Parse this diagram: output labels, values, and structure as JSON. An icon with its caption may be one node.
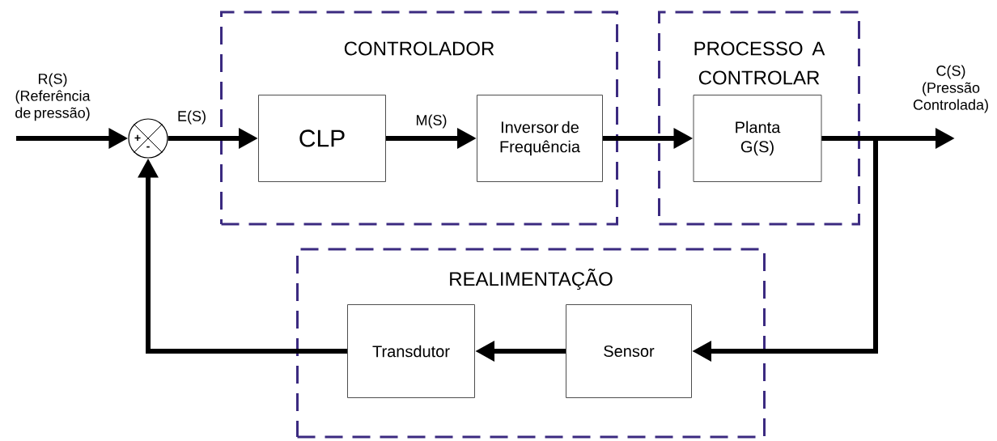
{
  "diagram": {
    "nodes": [
      {
        "text": [
          "CONTROLADOR"
        ]
      },
      {
        "text": [
          "CLP"
        ],
        "in": 0
      },
      {
        "text": [
          "Inversor de Frequência"
        ],
        "in": 0
      },
      {
        "text": [
          "PROCESSO A CONTROLAR"
        ]
      },
      {
        "text": [
          "Planta G(S)"
        ],
        "in": 3
      },
      {
        "text": [
          "REALIMENTAÇÃO"
        ]
      },
      {
        "text": [
          "Transdutor"
        ],
        "in": 5
      },
      {
        "text": [
          "Sensor"
        ],
        "in": 5
      },
      {
        "text": [
          "+",
          "-"
        ]
      }
    ],
    "edges": [
      {
        "from": null,
        "to": 8,
        "arrow": "to"
      },
      {
        "from": 8,
        "to": 1,
        "arrow": "to",
        "label": "E(S)"
      },
      {
        "from": 1,
        "to": 2,
        "arrow": "to",
        "label": "M(S)"
      },
      {
        "from": 2,
        "to": 4,
        "arrow": "to"
      },
      {
        "from": 4,
        "to": null,
        "arrow": "to"
      },
      {
        "from": 4,
        "to": 7,
        "arrow": "to"
      },
      {
        "from": 7,
        "to": 6,
        "arrow": "to"
      },
      {
        "from": 6,
        "to": 8,
        "arrow": "to"
      }
    ],
    "labels": [
      "R(S) (Referência de pressão)",
      "C(S) (Pressão Controlada)"
    ]
  }
}
